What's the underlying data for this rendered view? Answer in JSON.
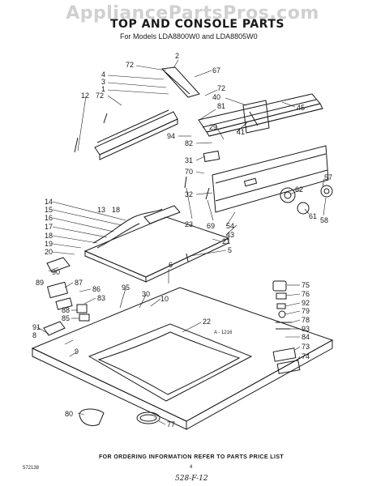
{
  "watermark": "AppliancePartsPros.com",
  "title": "TOP AND CONSOLE PARTS",
  "subtitle": "For Models LDA8800W0 and LDA8805W0",
  "figure_code": "A - 1216",
  "footer": "FOR ORDERING INFORMATION REFER TO PARTS PRICE LIST",
  "catalog_number": "572138",
  "page_number": "4",
  "handwritten_note": "528-F-12",
  "callouts": [
    {
      "id": "c2",
      "label": "2"
    },
    {
      "id": "c72a",
      "label": "72"
    },
    {
      "id": "c67",
      "label": "67"
    },
    {
      "id": "c4",
      "label": "4"
    },
    {
      "id": "c3",
      "label": "3"
    },
    {
      "id": "c1",
      "label": "1"
    },
    {
      "id": "c12",
      "label": "12"
    },
    {
      "id": "c72b",
      "label": "72"
    },
    {
      "id": "c72c",
      "label": "72"
    },
    {
      "id": "c40",
      "label": "40"
    },
    {
      "id": "c81",
      "label": "81"
    },
    {
      "id": "c45",
      "label": "45"
    },
    {
      "id": "c29",
      "label": "29"
    },
    {
      "id": "c41",
      "label": "41"
    },
    {
      "id": "c94",
      "label": "94"
    },
    {
      "id": "c82",
      "label": "82"
    },
    {
      "id": "c31",
      "label": "31"
    },
    {
      "id": "c70",
      "label": "70"
    },
    {
      "id": "c57",
      "label": "57"
    },
    {
      "id": "c62",
      "label": "62"
    },
    {
      "id": "c32",
      "label": "32"
    },
    {
      "id": "c61",
      "label": "61"
    },
    {
      "id": "c58",
      "label": "58"
    },
    {
      "id": "c14",
      "label": "14"
    },
    {
      "id": "c15",
      "label": "15"
    },
    {
      "id": "c16",
      "label": "16"
    },
    {
      "id": "c13",
      "label": "13"
    },
    {
      "id": "c18a",
      "label": "18"
    },
    {
      "id": "c17",
      "label": "17"
    },
    {
      "id": "c18b",
      "label": "18"
    },
    {
      "id": "c19",
      "label": "19"
    },
    {
      "id": "c20",
      "label": "20"
    },
    {
      "id": "c23",
      "label": "23"
    },
    {
      "id": "c69",
      "label": "69"
    },
    {
      "id": "c54",
      "label": "54"
    },
    {
      "id": "c43",
      "label": "43"
    },
    {
      "id": "c21",
      "label": "21"
    },
    {
      "id": "c5",
      "label": "5"
    },
    {
      "id": "c90",
      "label": "90"
    },
    {
      "id": "c6",
      "label": "6"
    },
    {
      "id": "c89",
      "label": "89"
    },
    {
      "id": "c87",
      "label": "87"
    },
    {
      "id": "c86",
      "label": "86"
    },
    {
      "id": "c95",
      "label": "95"
    },
    {
      "id": "c30",
      "label": "30"
    },
    {
      "id": "c10",
      "label": "10"
    },
    {
      "id": "c83",
      "label": "83"
    },
    {
      "id": "c88",
      "label": "88"
    },
    {
      "id": "c85",
      "label": "85"
    },
    {
      "id": "c22",
      "label": "22"
    },
    {
      "id": "c91",
      "label": "91"
    },
    {
      "id": "c8",
      "label": "8"
    },
    {
      "id": "c9",
      "label": "9"
    },
    {
      "id": "c80",
      "label": "80"
    },
    {
      "id": "c77",
      "label": "77"
    },
    {
      "id": "c75",
      "label": "75"
    },
    {
      "id": "c76",
      "label": "76"
    },
    {
      "id": "c92",
      "label": "92"
    },
    {
      "id": "c79",
      "label": "79"
    },
    {
      "id": "c78",
      "label": "78"
    },
    {
      "id": "c93",
      "label": "93"
    },
    {
      "id": "c84",
      "label": "84"
    },
    {
      "id": "c73",
      "label": "73"
    },
    {
      "id": "c74",
      "label": "74"
    }
  ]
}
